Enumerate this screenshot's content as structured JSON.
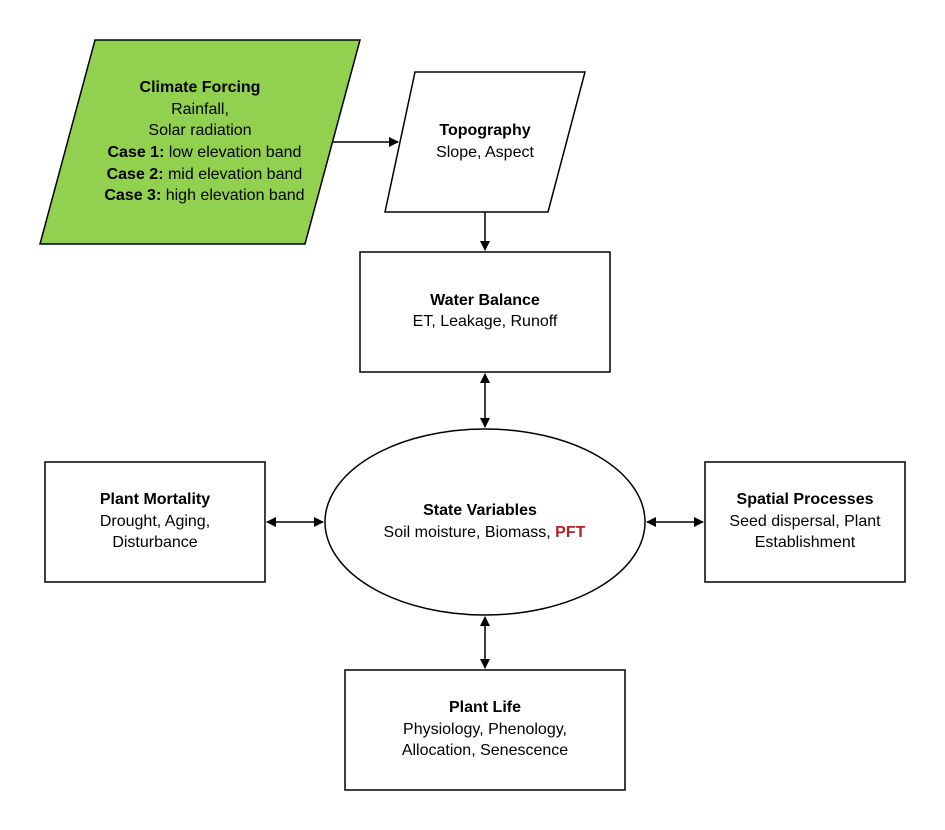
{
  "climate": {
    "title": "Climate Forcing",
    "line1": "Rainfall,",
    "line2": "Solar radiation",
    "case1_label": "Case 1:",
    "case1_text": " low elevation band",
    "case2_label": "Case 2:",
    "case2_text": " mid elevation band",
    "case3_label": "Case 3:",
    "case3_text": " high elevation band",
    "fill_color": "#92d050"
  },
  "topography": {
    "title": "Topography",
    "line1": "Slope, Aspect"
  },
  "water_balance": {
    "title": "Water Balance",
    "line1": "ET, Leakage, Runoff"
  },
  "state_variables": {
    "title": "State Variables",
    "line1": "Soil moisture, Biomass, ",
    "highlight": "PFT",
    "highlight_color": "#b22222"
  },
  "plant_mortality": {
    "title": "Plant Mortality",
    "line1": "Drought, Aging,",
    "line2": "Disturbance"
  },
  "spatial_processes": {
    "title": "Spatial Processes",
    "line1": "Seed dispersal, Plant",
    "line2": "Establishment"
  },
  "plant_life": {
    "title": "Plant Life",
    "line1": "Physiology, Phenology,",
    "line2": "Allocation, Senescence"
  }
}
